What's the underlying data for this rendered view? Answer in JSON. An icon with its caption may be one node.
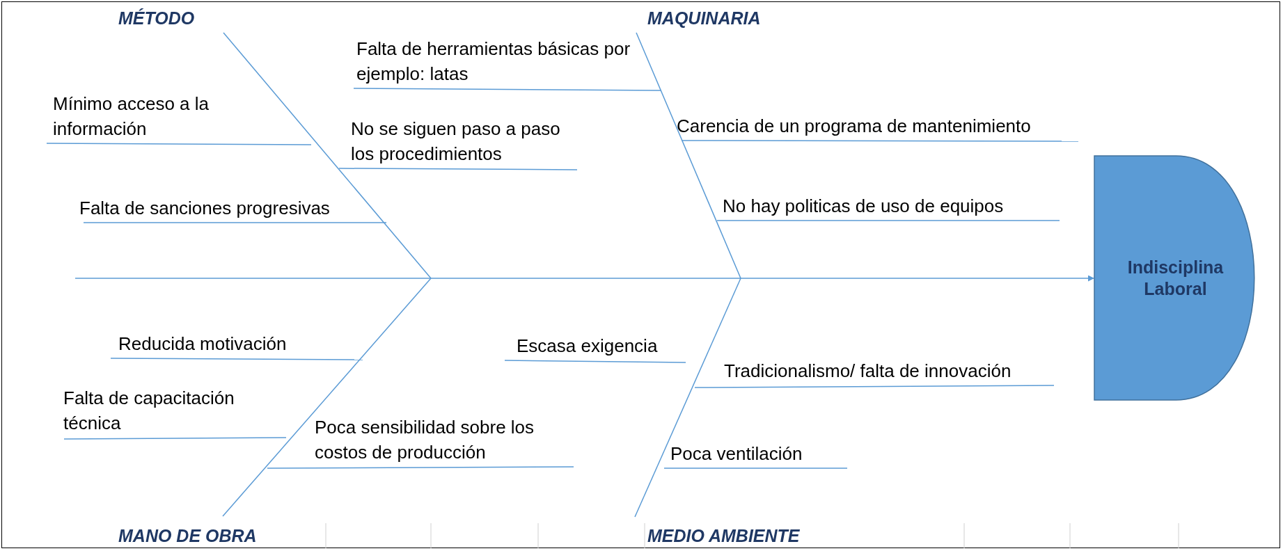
{
  "diagram": {
    "nodes": [
      {
        "text": [
          "MÉTODO"
        ]
      },
      {
        "text": [
          "MAQUINARIA"
        ]
      },
      {
        "text": [
          "Mínimo acceso a la información"
        ]
      },
      {
        "text": [
          "Falta de herramientas básicas por ejemplo: latas"
        ]
      },
      {
        "text": [
          "No se siguen paso a paso los procedimientos"
        ]
      },
      {
        "text": [
          "Carencia de un programa de mantenimiento"
        ]
      },
      {
        "text": [
          "Falta de sanciones progresivas"
        ]
      },
      {
        "text": [
          "No hay politicas de uso de equipos"
        ]
      },
      {
        "text": [
          "Indisciplina Laboral"
        ]
      },
      {
        "text": [
          "Reducida motivación"
        ]
      },
      {
        "text": [
          "Escasa exigencia"
        ]
      },
      {
        "text": [
          "Tradicionalismo/ falta de innovación"
        ]
      },
      {
        "text": [
          "Falta de capacitación técnica"
        ]
      },
      {
        "text": [
          "Poca sensibilidad sobre los costos de producción"
        ]
      },
      {
        "text": [
          "Poca ventilación"
        ]
      },
      {
        "text": [
          "MANO DE OBRA"
        ]
      },
      {
        "text": [
          "MEDIO AMBIENTE"
        ]
      }
    ],
    "edges": [
      {
        "from": null,
        "to": 8,
        "arrow": "to"
      },
      {
        "from": 0,
        "to": null,
        "arrow": "none"
      },
      {
        "from": 1,
        "to": null,
        "arrow": "none"
      },
      {
        "from": 15,
        "to": null,
        "arrow": "none"
      },
      {
        "from": 16,
        "to": null,
        "arrow": "none"
      },
      {
        "from": 2,
        "to": null,
        "arrow": "none"
      },
      {
        "from": 3,
        "to": null,
        "arrow": "none"
      },
      {
        "from": 4,
        "to": null,
        "arrow": "none"
      },
      {
        "from": 5,
        "to": null,
        "arrow": "none"
      },
      {
        "from": 6,
        "to": null,
        "arrow": "none"
      },
      {
        "from": 7,
        "to": null,
        "arrow": "none"
      },
      {
        "from": 9,
        "to": null,
        "arrow": "none"
      },
      {
        "from": 10,
        "to": null,
        "arrow": "none"
      },
      {
        "from": 11,
        "to": null,
        "arrow": "none"
      },
      {
        "from": 12,
        "to": null,
        "arrow": "none"
      },
      {
        "from": 13,
        "to": null,
        "arrow": "none"
      },
      {
        "from": 14,
        "to": null,
        "arrow": "none"
      }
    ]
  }
}
